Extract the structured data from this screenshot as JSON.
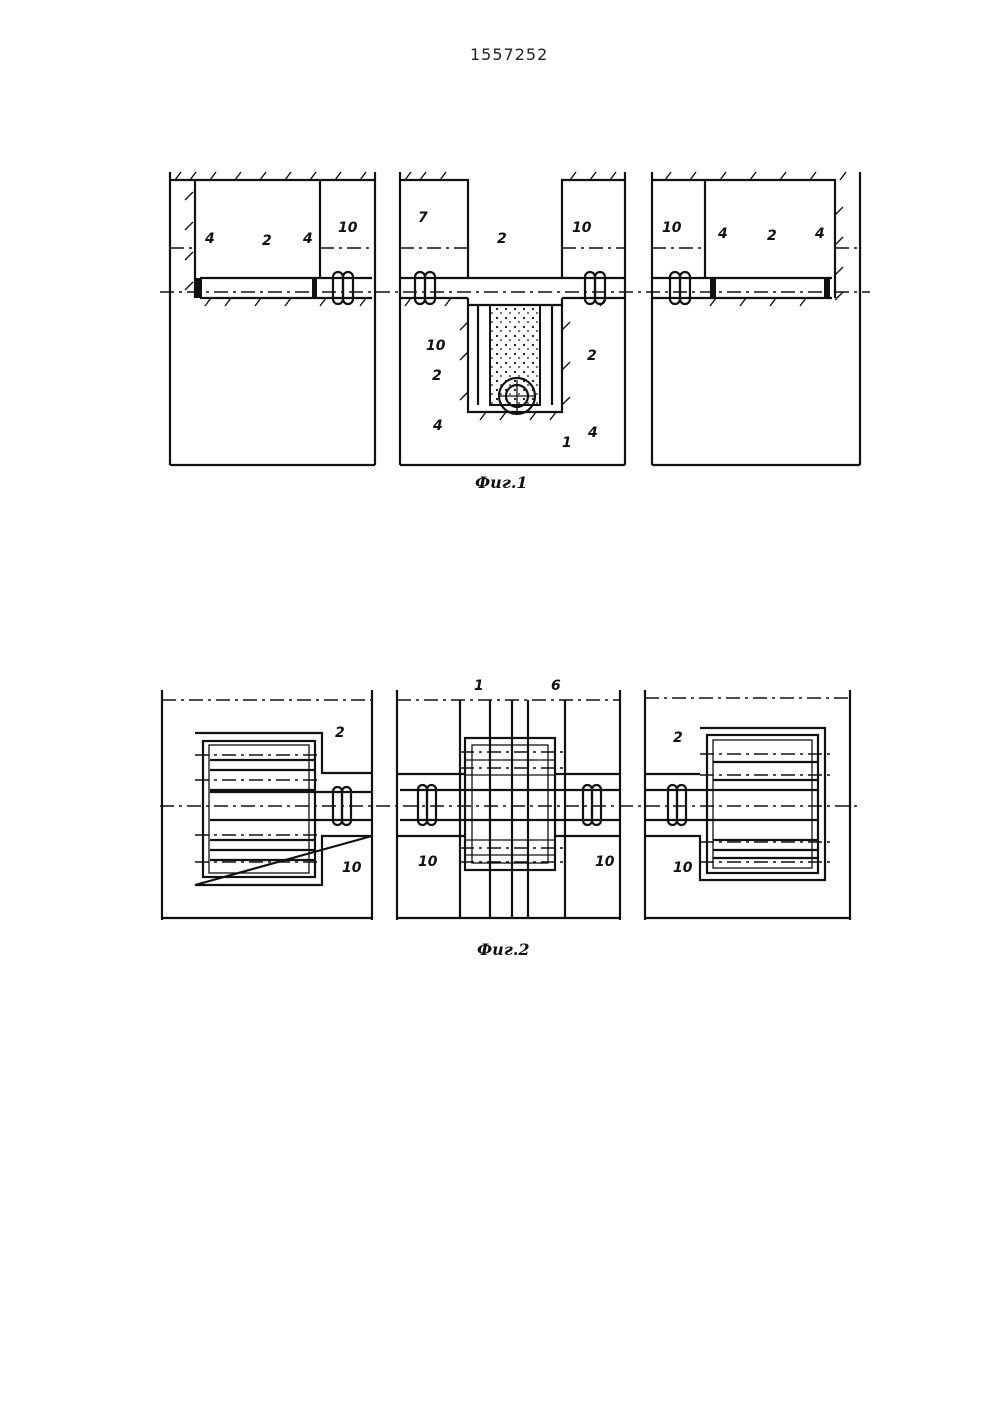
{
  "document_number": "1557252",
  "figure1": {
    "caption": "Фиг.1",
    "labels": [
      "4",
      "2",
      "4",
      "10",
      "7",
      "2",
      "10",
      "10",
      "2",
      "2",
      "4",
      "1",
      "4",
      "10",
      "4",
      "2",
      "4"
    ]
  },
  "figure2": {
    "caption": "Фиг.2",
    "labels": [
      "2",
      "10",
      "1",
      "6",
      "10",
      "10",
      "2",
      "10"
    ]
  }
}
